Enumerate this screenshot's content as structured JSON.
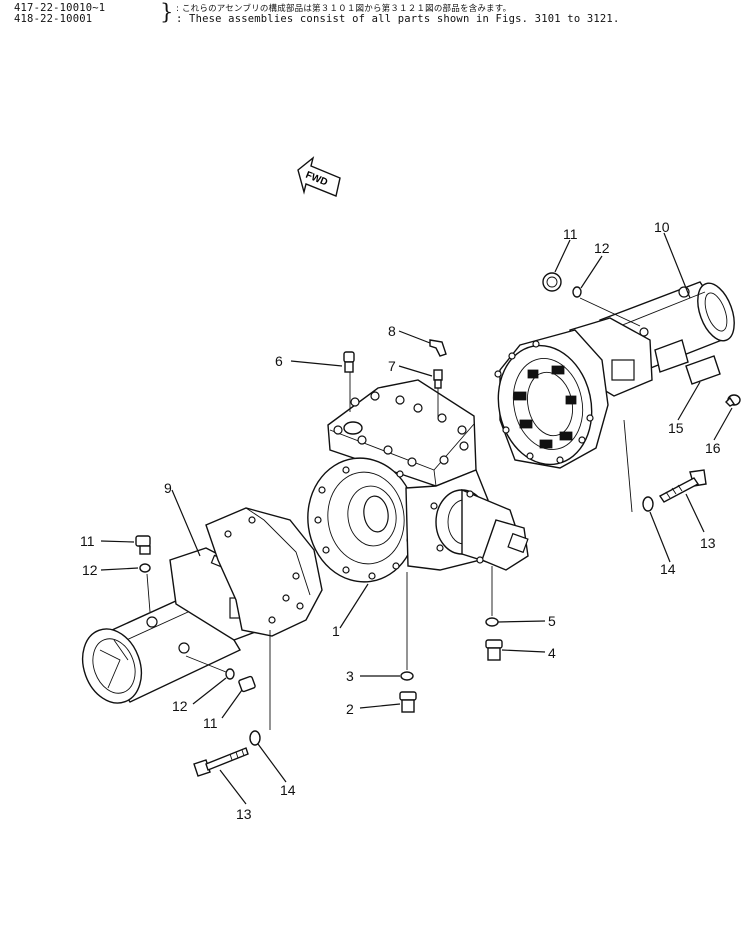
{
  "header": {
    "part_number_1": "417-22-10010~1",
    "part_number_2": "418-22-10001",
    "note_jp": ": これらのアセンブリの構成部品は第３１０１図から第３１２１図の部品を含みます。",
    "note_en": ": These assemblies consist of all parts shown in Figs. 3101 to 3121."
  },
  "fwd_label": "FWD",
  "callouts": {
    "c1": "1",
    "c2": "2",
    "c3": "3",
    "c4": "4",
    "c5": "5",
    "c6": "6",
    "c7": "7",
    "c8": "8",
    "c9": "9",
    "c10": "10",
    "c11a": "11",
    "c11b": "11",
    "c11c": "11",
    "c12a": "12",
    "c12b": "12",
    "c12c": "12",
    "c13a": "13",
    "c13b": "13",
    "c14a": "14",
    "c14b": "14",
    "c15": "15",
    "c16": "16"
  }
}
